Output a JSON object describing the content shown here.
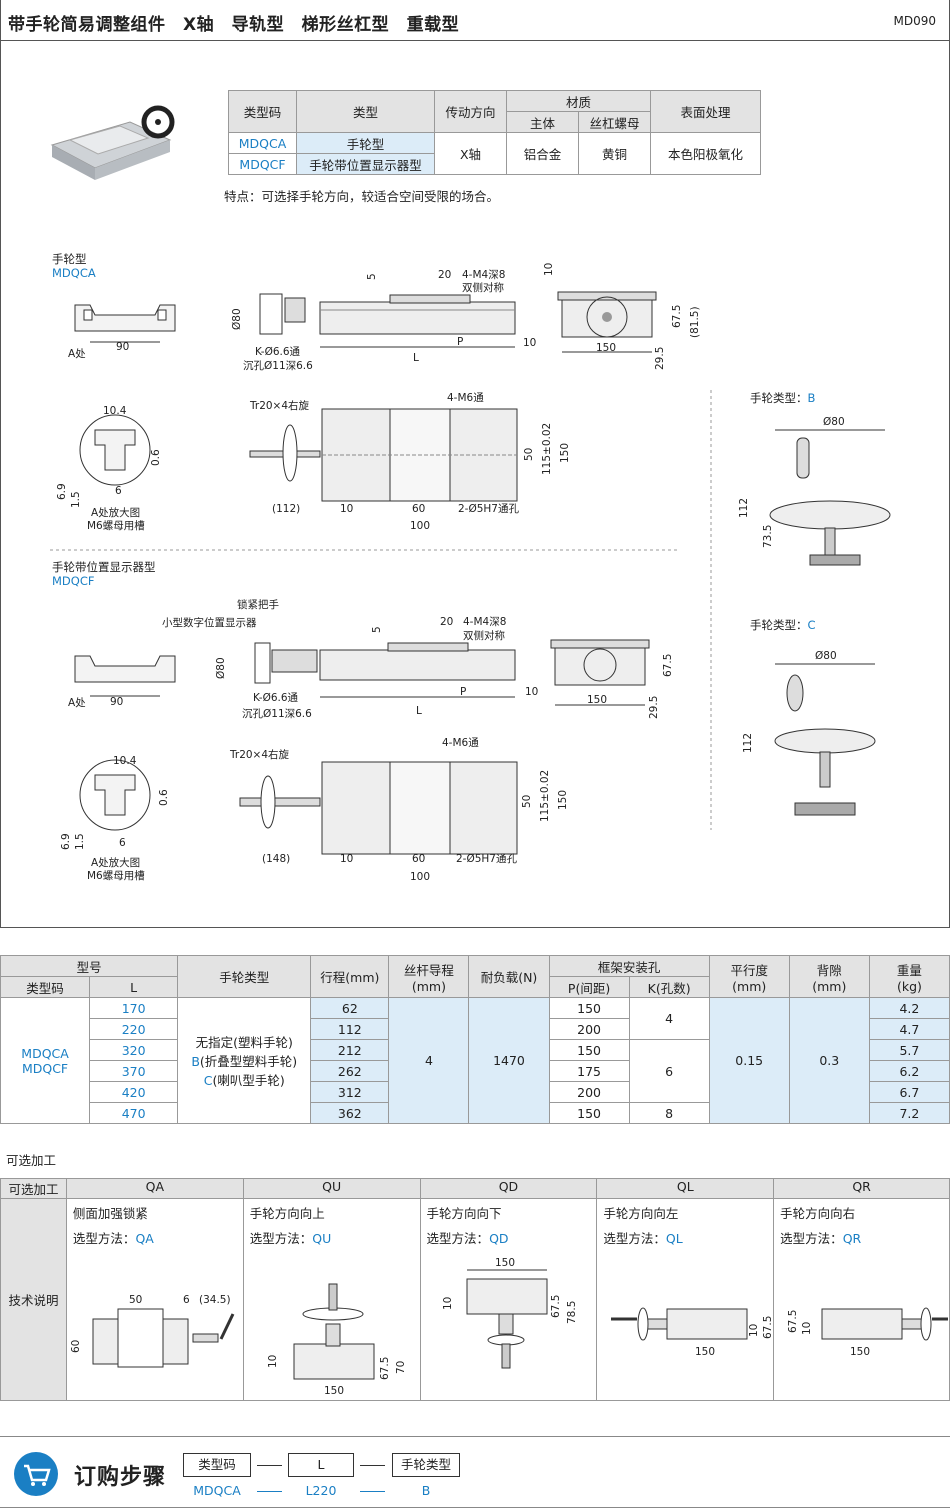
{
  "header": {
    "title": "带手轮简易调整组件　X轴　导轨型　梯形丝杠型　重载型",
    "code": "MD090"
  },
  "spec_table": {
    "h_typecode": "类型码",
    "h_type": "类型",
    "h_drive": "传动方向",
    "h_material": "材质",
    "h_surface": "表面处理",
    "h_body": "主体",
    "h_nut": "丝杠螺母",
    "rows": [
      {
        "code": "MDQCA",
        "type": "手轮型"
      },
      {
        "code": "MDQCF",
        "type": "手轮带位置显示器型"
      }
    ],
    "drive": "X轴",
    "body": "铝合金",
    "nut": "黄铜",
    "surface": "本色阳极氧化"
  },
  "feature_note": "特点：可选择手轮方向，较适合空间受限的场合。",
  "drawing1": {
    "label": "手轮型",
    "code": "MDQCA"
  },
  "drawing2": {
    "label": "手轮带位置显示器型",
    "code": "MDQCF"
  },
  "wheel_b": {
    "label": "手轮类型：",
    "code": "B"
  },
  "wheel_c": {
    "label": "手轮类型：",
    "code": "C"
  },
  "dims": {
    "d5": "5",
    "d20": "20",
    "m4": "4-M4深8",
    "m4b": "双侧对称",
    "d10": "10",
    "d80": "Ø80",
    "k": "K-Ø6.6通",
    "cb": "沉孔Ø11深6.6",
    "L": "L",
    "P": "P",
    "d10b": "10",
    "d150": "150",
    "d67": "67.5",
    "d81": "(81.5)",
    "d29": "29.5",
    "d90": "90",
    "a": "A处",
    "d104": "10.4",
    "d06": "0.6",
    "d69": "6.9",
    "d15": "1.5",
    "d6": "6",
    "amag": "A处放大图",
    "m6": "M6螺母用槽",
    "tr": "Tr20×4右旋",
    "m6t": "4-M6通",
    "d50": "50",
    "d115": "115±0.02",
    "d112p": "(112)",
    "d60": "60",
    "d100": "100",
    "h5": "2-Ø5H7通孔",
    "d148p": "(148)",
    "lock": "锁紧把手",
    "disp": "小型数字位置显示器",
    "d112": "112",
    "d735": "73.5",
    "d80b": "Ø80"
  },
  "main_table": {
    "h_model": "型号",
    "h_typecode": "类型码",
    "h_L": "L",
    "h_wheel": "手轮类型",
    "h_stroke": "行程(mm)",
    "h_lead": "丝杆导程",
    "h_lead_u": "(mm)",
    "h_load": "耐负载(N)",
    "h_holes": "框架安装孔",
    "h_P": "P(间距)",
    "h_K": "K(孔数)",
    "h_par": "平行度",
    "h_par_u": "(mm)",
    "h_back": "背隙",
    "h_back_u": "(mm)",
    "h_wt": "重量",
    "h_wt_u": "(kg)",
    "code1": "MDQCA",
    "code2": "MDQCF",
    "wheel1": "无指定(塑料手轮)",
    "wheel2a": "B",
    "wheel2b": "(折叠型塑料手轮)",
    "wheel3a": "C",
    "wheel3b": "(喇叭型手轮)",
    "rows": [
      {
        "L": "170",
        "stroke": "62",
        "P": "150",
        "wt": "4.2"
      },
      {
        "L": "220",
        "stroke": "112",
        "P": "200",
        "wt": "4.7"
      },
      {
        "L": "320",
        "stroke": "212",
        "P": "150",
        "wt": "5.7"
      },
      {
        "L": "370",
        "stroke": "262",
        "P": "175",
        "wt": "6.2"
      },
      {
        "L": "420",
        "stroke": "312",
        "P": "200",
        "wt": "6.7"
      },
      {
        "L": "470",
        "stroke": "362",
        "P": "150",
        "wt": "7.2"
      }
    ],
    "K1": "4",
    "K2": "6",
    "K3": "8",
    "lead": "4",
    "load": "1470",
    "par": "0.15",
    "back": "0.3"
  },
  "options": {
    "title": "可选加工",
    "h_opt": "可选加工",
    "h_tech": "技术说明",
    "method": "选型方法：",
    "items": [
      {
        "code": "QA",
        "desc": "侧面加强锁紧",
        "d1": "50",
        "d2": "6",
        "d3": "(34.5)",
        "d4": "60"
      },
      {
        "code": "QU",
        "desc": "手轮方向向上",
        "d1": "10",
        "d2": "67.5",
        "d3": "70",
        "d4": "150"
      },
      {
        "code": "QD",
        "desc": "手轮方向向下",
        "d1": "150",
        "d2": "10",
        "d3": "67.5",
        "d4": "78.5"
      },
      {
        "code": "QL",
        "desc": "手轮方向向左",
        "d1": "10",
        "d2": "67.5",
        "d3": "150"
      },
      {
        "code": "QR",
        "desc": "手轮方向向右",
        "d1": "67.5",
        "d2": "10",
        "d3": "150"
      }
    ]
  },
  "order": {
    "title": "订购步骤",
    "box1": "类型码",
    "box2": "L",
    "box3": "手轮类型",
    "val1": "MDQCA",
    "val2": "L220",
    "val3": "B"
  },
  "colors": {
    "accent": "#1a7fc4",
    "header_bg": "#e3e3e3",
    "light_blue": "#dcecf8"
  }
}
